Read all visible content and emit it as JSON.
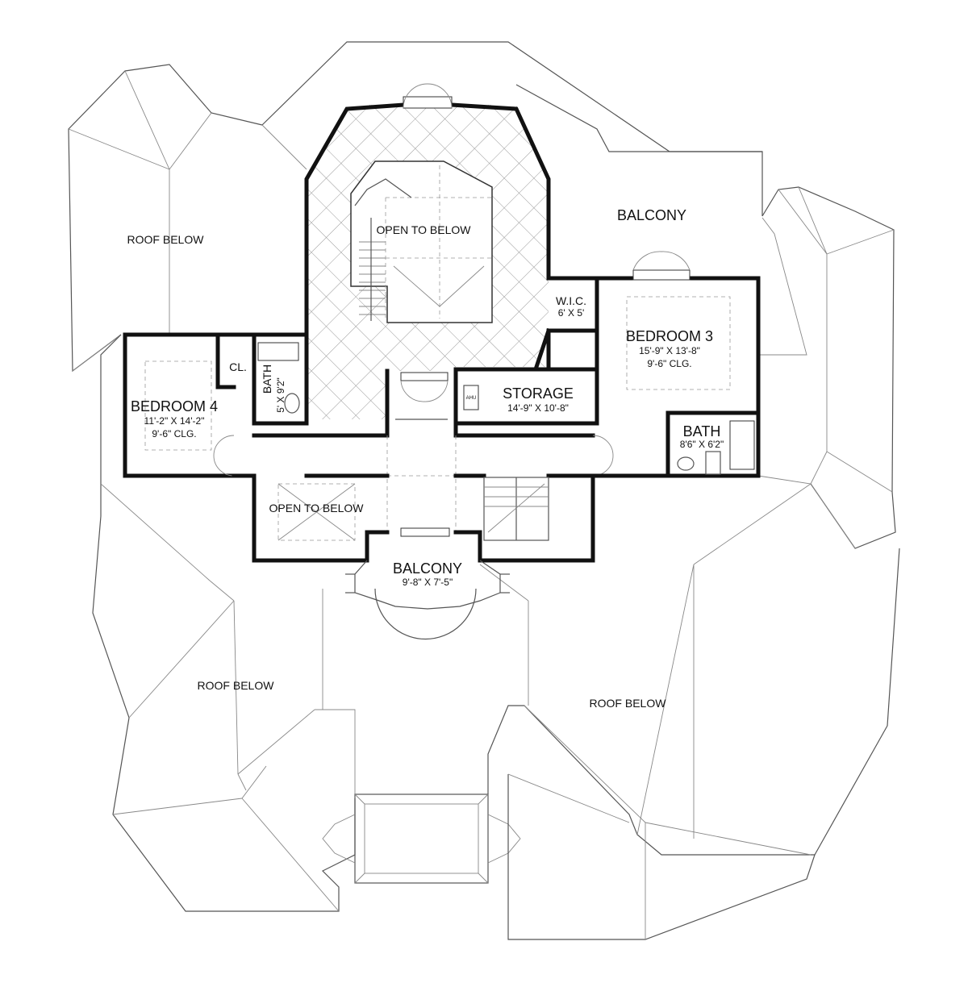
{
  "rooms": {
    "balcony_top": {
      "name": "BALCONY"
    },
    "open_to_below_center": {
      "name": "OPEN TO BELOW"
    },
    "roof_below_nw": {
      "name": "ROOF BELOW"
    },
    "wic": {
      "name": "W.I.C.",
      "dims": "6' X 5'"
    },
    "bedroom3": {
      "name": "BEDROOM 3",
      "dims": "15'-9\" X 13'-8\"",
      "ceiling": "9'-6\" CLG."
    },
    "bedroom4": {
      "name": "BEDROOM 4",
      "dims": "11'-2\" X 14'-2\"",
      "ceiling": "9'-6\" CLG."
    },
    "closet": {
      "name": "CL."
    },
    "bath_left": {
      "name": "BATH",
      "dims": "5' X 9'2\""
    },
    "storage": {
      "name": "STORAGE",
      "dims": "14'-9\" X 10'-8\"",
      "ahu": "AHU"
    },
    "bath_right": {
      "name": "BATH",
      "dims": "8'6\" X 6'2\""
    },
    "open_to_below_lower": {
      "name": "OPEN TO BELOW"
    },
    "balcony_front": {
      "name": "BALCONY",
      "dims": "9'-8\" X 7'-5\""
    },
    "roof_below_sw": {
      "name": "ROOF BELOW"
    },
    "roof_below_se": {
      "name": "ROOF BELOW"
    }
  }
}
